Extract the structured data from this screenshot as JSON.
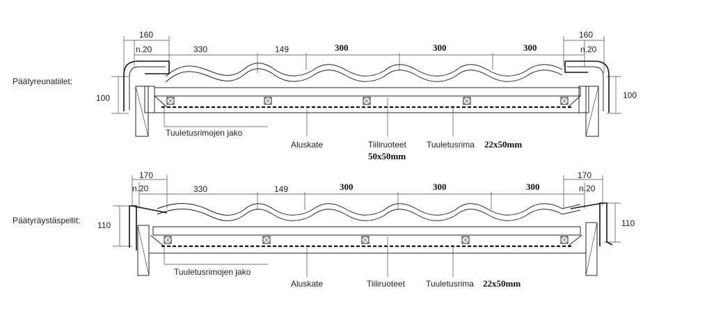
{
  "top": {
    "section_label": "Päätyreunatiilet:",
    "dims": {
      "edge_left": "160",
      "edge_right": "160",
      "n20_left": "n.20",
      "n20_right": "n.20",
      "d330": "330",
      "d149": "149",
      "d300a": "300",
      "d300b": "300",
      "d300c": "300",
      "h_left": "100",
      "h_right": "100"
    },
    "labels": {
      "vent_spacing": "Tuuletusrimojen jako",
      "underlay": "Aluskate",
      "battens": "Tiiliruoteet",
      "battens_size": "50x50mm",
      "vent_batten": "Tuuletusrima",
      "vent_batten_size": "22x50mm"
    }
  },
  "bottom": {
    "section_label": "Päätyräystäspellit:",
    "dims": {
      "edge_left": "170",
      "edge_right": "170",
      "n20_left": "n.20",
      "n20_right": "n.20",
      "d330": "330",
      "d149": "149",
      "d300a": "300",
      "d300b": "300",
      "d300c": "300",
      "h_left": "110",
      "h_right": "110"
    },
    "labels": {
      "vent_spacing": "Tuuletusrimojen jako",
      "underlay": "Aluskate",
      "battens": "Tiiliruoteet",
      "vent_batten": "Tuuletusrima",
      "vent_batten_size": "22x50mm"
    }
  }
}
